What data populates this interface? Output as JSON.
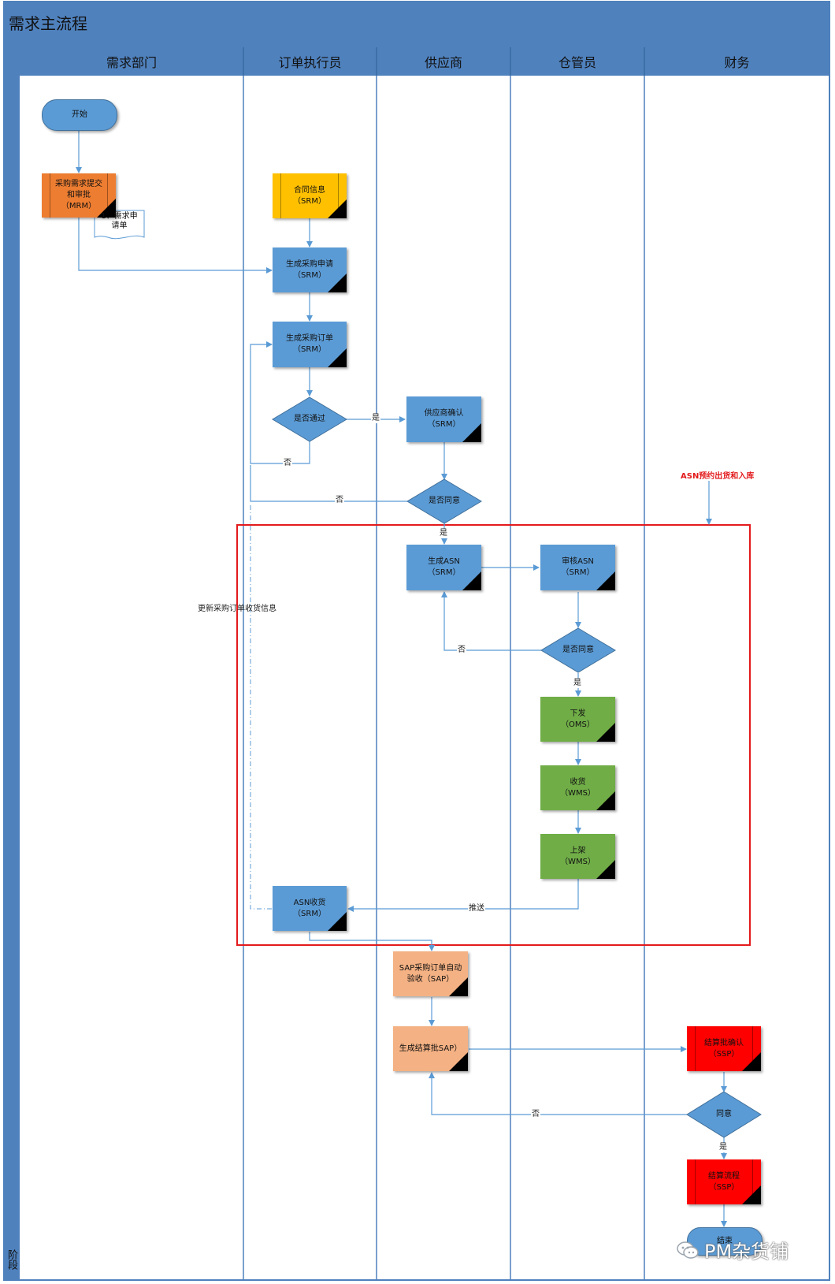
{
  "title": "需求主流程",
  "phase_label": "阶段",
  "lanes": [
    "需求部门",
    "订单执行员",
    "供应商",
    "仓管员",
    "财务"
  ],
  "colors": {
    "frame": "#4f81bd",
    "header": "#4f81bd",
    "process": "#5b9bd5",
    "orange": "#ed7d31",
    "yellow": "#ffc000",
    "green": "#70ad47",
    "peach": "#f4b183",
    "red": "#ff0000",
    "connector": "#5b9bd5"
  },
  "nodes": {
    "start": "开始",
    "purchase_request": "采购需求提交\n和审批\n（MRM）",
    "doc_request": "1、需求申\n请单",
    "contract_info": "合同信息\n（SRM）",
    "gen_purchase_req": "生成采购申请\n（SRM）",
    "gen_purchase_order": "生成采购订单\n（SRM）",
    "approve_pass": "是否通过",
    "supplier_confirm": "供应商确认\n（SRM）",
    "supplier_agree": "是否同意",
    "gen_asn": "生成ASN\n（SRM）",
    "review_asn": "审核ASN\n（SRM）",
    "warehouse_agree": "是否同意",
    "dispatch": "下发\n（OMS）",
    "receive": "收货\n（WMS）",
    "shelve": "上架\n（WMS）",
    "asn_receive": "ASN收货\n（SRM）",
    "sap_auto_accept": "SAP采购订单自动\n验收（SAP）",
    "gen_settlement": "生成结算批SAP）",
    "settlement_confirm": "结算批确认\n（SSP）",
    "finance_agree": "同意",
    "settlement_flow": "结算流程\n（SSP）",
    "end": "结束"
  },
  "edge_labels": {
    "yes_1": "是",
    "no_1": "否",
    "no_2": "否",
    "yes_2": "是",
    "no_3": "否",
    "yes_3": "是",
    "push": "推送",
    "no_4": "否",
    "yes_4": "是",
    "update_note": "更新采购订单收货信息"
  },
  "annotation": "ASN预约出货和入库",
  "watermark": "PM杂货铺"
}
